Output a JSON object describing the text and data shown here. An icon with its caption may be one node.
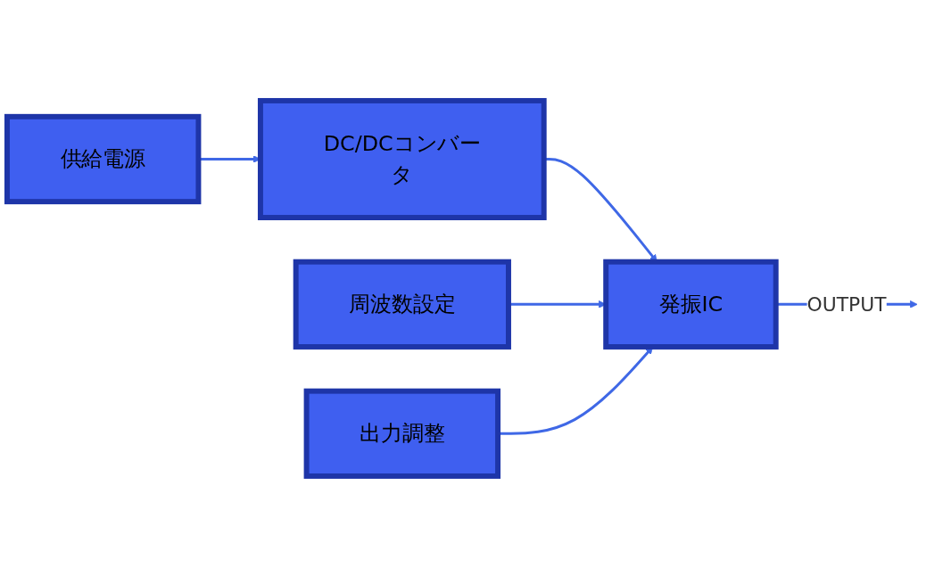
{
  "diagram": {
    "nodes": [
      {
        "text": [
          "供給電源"
        ]
      },
      {
        "text": [
          "DC/DCコンバータ"
        ]
      },
      {
        "text": [
          "周波数設定"
        ]
      },
      {
        "text": [
          "発振IC"
        ]
      },
      {
        "text": [
          "出力調整"
        ]
      }
    ],
    "edges": [
      {
        "from": 0,
        "to": 1,
        "arrow": "to"
      },
      {
        "from": 1,
        "to": 3,
        "arrow": "to"
      },
      {
        "from": 2,
        "to": 3,
        "arrow": "to"
      },
      {
        "from": 4,
        "to": 3,
        "arrow": "to"
      },
      {
        "from": 3,
        "to": null,
        "arrow": "to",
        "label": "OUTPUT"
      }
    ]
  }
}
